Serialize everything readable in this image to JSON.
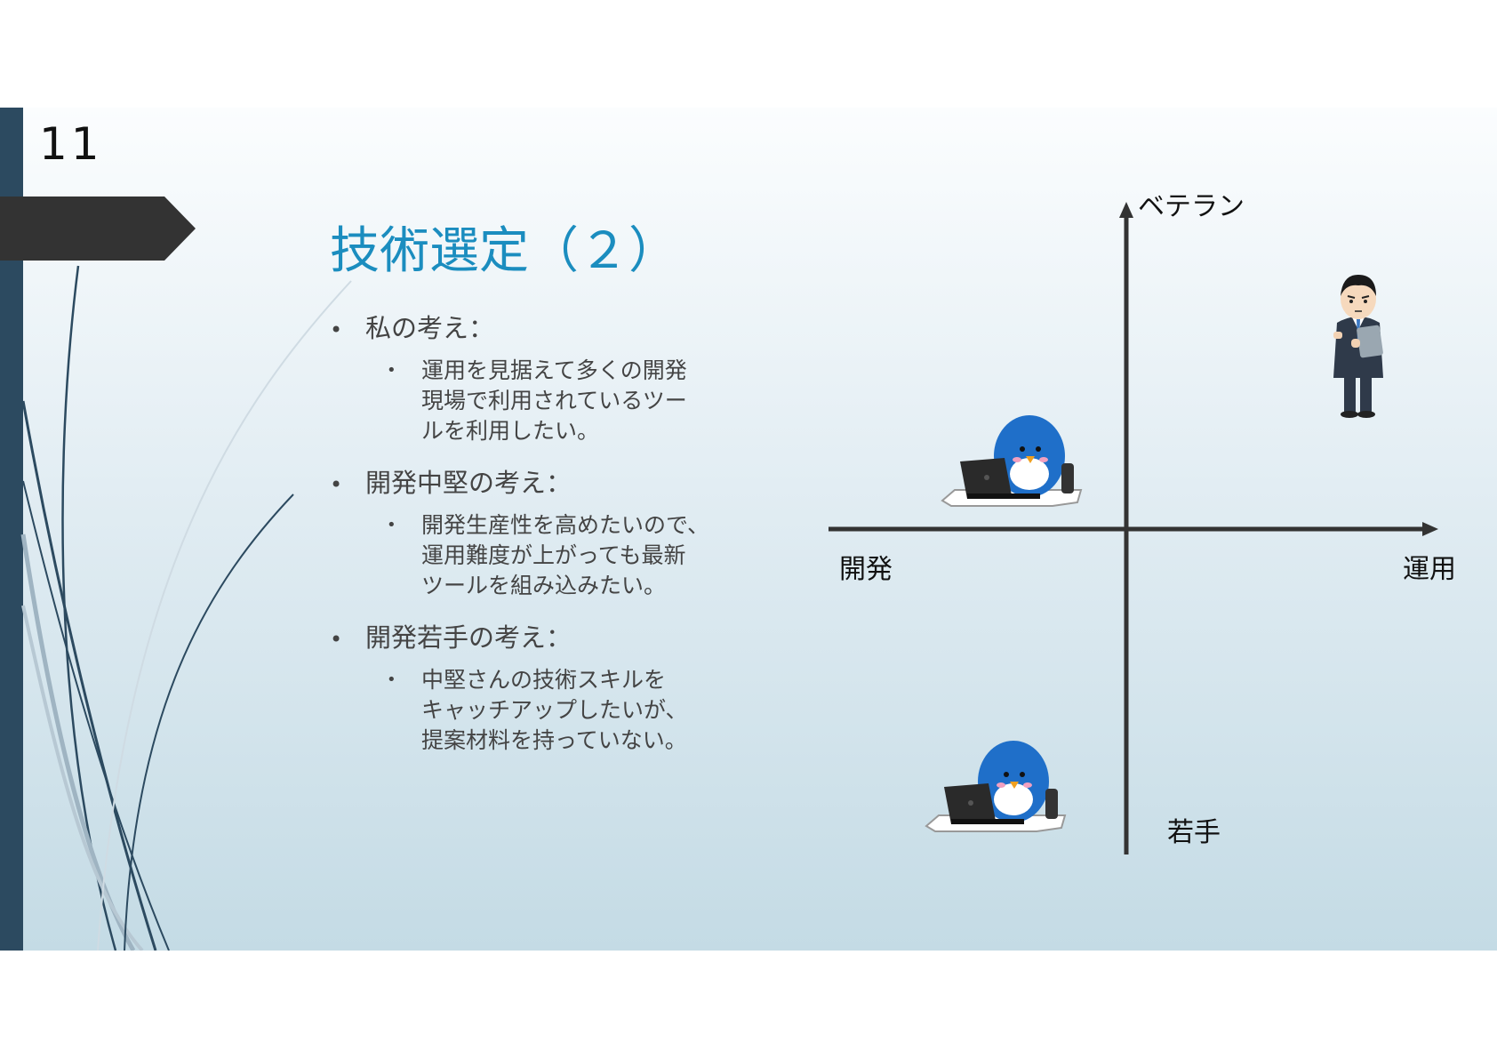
{
  "slide": {
    "number": "11",
    "title": "技術選定（２）",
    "bullets": [
      {
        "label": "私の考え：",
        "sub": [
          "運用を見据えて多くの開発",
          "現場で利用されているツー",
          "ルを利用したい。"
        ]
      },
      {
        "label": "開発中堅の考え：",
        "sub": [
          "開発生産性を高めたいので、",
          "運用難度が上がっても最新",
          "ツールを組み込みたい。"
        ]
      },
      {
        "label": "開発若手の考え：",
        "sub": [
          "中堅さんの技術スキルを",
          "キャッチアップしたいが、",
          "提案材料を持っていない。"
        ]
      }
    ],
    "quadrant": {
      "top_label": "ベテラン",
      "bottom_label": "若手",
      "left_label": "開発",
      "right_label": "運用"
    }
  },
  "colors": {
    "accent_title": "#1b8dbf",
    "left_bar": "#2c4a60",
    "arrow_tab": "#333333",
    "axis": "#333333",
    "penguin": "#1f6fc9",
    "businessman_suit": "#2f3a4a"
  },
  "icons": [
    "penguin-laptop-icon",
    "businessman-icon",
    "penguin-laptop-icon"
  ]
}
